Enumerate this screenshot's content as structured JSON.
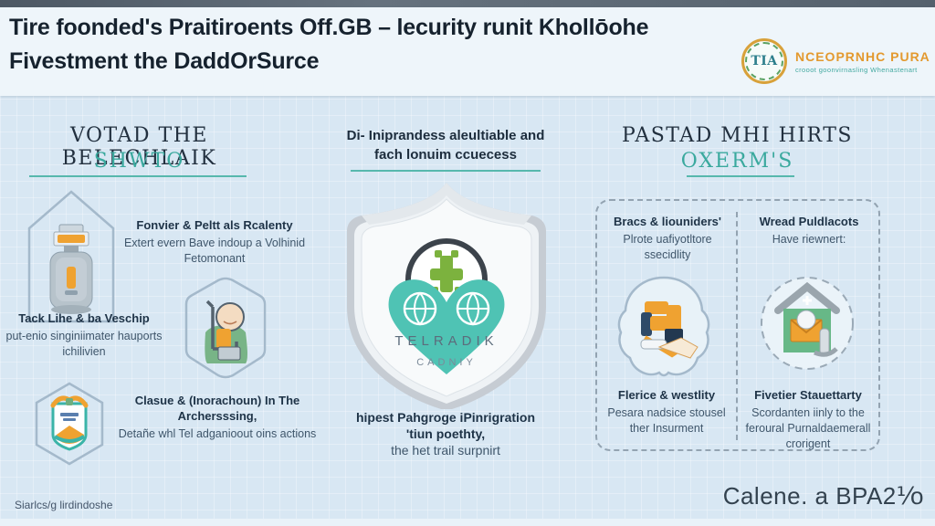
{
  "header": {
    "title_line1": "Tire foonded's Praitiroents Off.GB – lecurity runit Khollōohe",
    "title_line2": "Fivestment the DaddOrSurce",
    "logo": {
      "monogram": "TIA",
      "name": "NCEOPRNHC PURA",
      "tagline": "crooot goonvirnasling Whenastenart"
    }
  },
  "left_section": {
    "heading_line1": "VOTAD THE BELECHLAIK",
    "heading_line2": "SHWTO",
    "items": [
      {
        "title": "Fonvier & Peltt als Rcalenty",
        "body": "Extert evern Bave indoup a Volhinid Fetomonant"
      },
      {
        "title": "Tack Lihe & ba Veschip",
        "body": "put-enio singiniimater hauports ichilivien"
      },
      {
        "title": "Clasue & (Inorachoun) In The Archersssing,",
        "body": "Detañe whl Tel adganioout oins actions"
      }
    ]
  },
  "center_section": {
    "heading_line1": "Di- Iniprandess aleultiable and",
    "heading_line2": "fach lonuim ccuecess",
    "shield_label_line1": "TELRADIK",
    "shield_label_line2": "CADNIY",
    "caption_bold_line1": "hipest Pahgroge iPinrigration",
    "caption_bold_line2": "'tiun poethty,",
    "caption_regular": "the het trail surpnirt"
  },
  "right_section": {
    "heading_line1": "PASTAD MHI HIRTS",
    "heading_line2": "OXERM'S",
    "cells": [
      {
        "title": "Bracs & liouniders'",
        "body": "Plrote uafiyotltore ssecidlity"
      },
      {
        "title": "Wread Puldlacots",
        "body": "Have riewnert:"
      },
      {
        "title": "Flerice & westlity",
        "body": "Pesara nadsice stousel ther Insurment"
      },
      {
        "title": "Fivetier Stauettarty",
        "body": "Scordanten iinly to the feroural Purnaldaemerall crorigent"
      }
    ]
  },
  "footer": {
    "left": "Siarlcs/g lirdindoshe",
    "right": "Calene. a BPA2⅟o"
  },
  "icons": {
    "logo-badge-icon": "circular laurel seal",
    "house-outline-icon": "house outline containing canister",
    "hexagon-person-icon": "hexagon outline with seated person",
    "hexagon-badge-icon": "hexagon outline with certified shield",
    "center-shield-icon": "large shield with globes heart and green puzzle",
    "brain-machine-icon": "blob outline with orange machine",
    "house-cross-icon": "dashed circle with medical house and envelope"
  },
  "colors": {
    "accent_teal": "#45b1a6",
    "accent_orange": "#ec9e33",
    "accent_green": "#7cb23e",
    "title_navy": "#16222e",
    "background": "#d8e7f3"
  }
}
